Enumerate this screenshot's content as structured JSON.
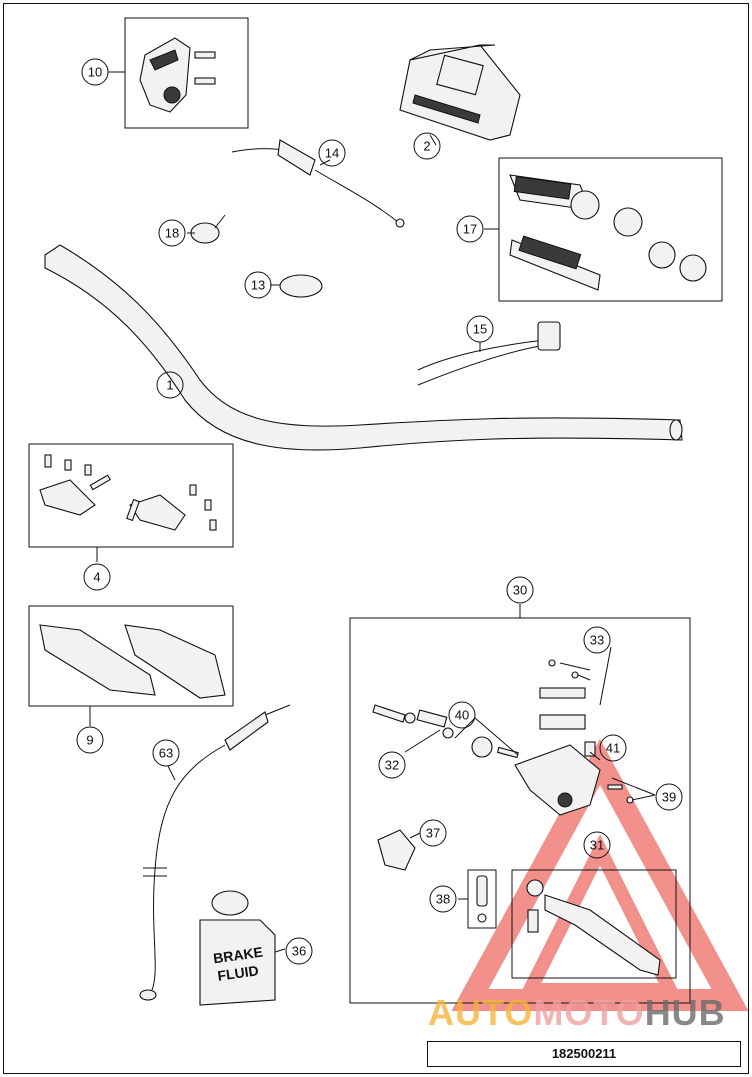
{
  "document_id": "182500211",
  "watermark": {
    "word_part1": "AUTO",
    "word_part2": "MOTO",
    "word_part3": "HUB",
    "colors": {
      "triangle": "#e8372f",
      "part1": "#f4b33c",
      "part2": "#f0a1a1",
      "part3": "#6b6b6b"
    }
  },
  "labels": {
    "container": "BRAKE",
    "content": "FLUID"
  },
  "callouts": [
    {
      "id": "c1",
      "number": "1"
    },
    {
      "id": "c2",
      "number": "2"
    },
    {
      "id": "c4",
      "number": "4"
    },
    {
      "id": "c9",
      "number": "9"
    },
    {
      "id": "c10",
      "number": "10"
    },
    {
      "id": "c13",
      "number": "13"
    },
    {
      "id": "c14",
      "number": "14"
    },
    {
      "id": "c15",
      "number": "15"
    },
    {
      "id": "c17",
      "number": "17"
    },
    {
      "id": "c18",
      "number": "18"
    },
    {
      "id": "c30",
      "number": "30"
    },
    {
      "id": "c31",
      "number": "31"
    },
    {
      "id": "c32",
      "number": "32"
    },
    {
      "id": "c33",
      "number": "33"
    },
    {
      "id": "c36",
      "number": "36"
    },
    {
      "id": "c37",
      "number": "37"
    },
    {
      "id": "c38",
      "number": "38"
    },
    {
      "id": "c39",
      "number": "39"
    },
    {
      "id": "c40",
      "number": "40"
    },
    {
      "id": "c41",
      "number": "41"
    },
    {
      "id": "c63",
      "number": "63"
    }
  ]
}
